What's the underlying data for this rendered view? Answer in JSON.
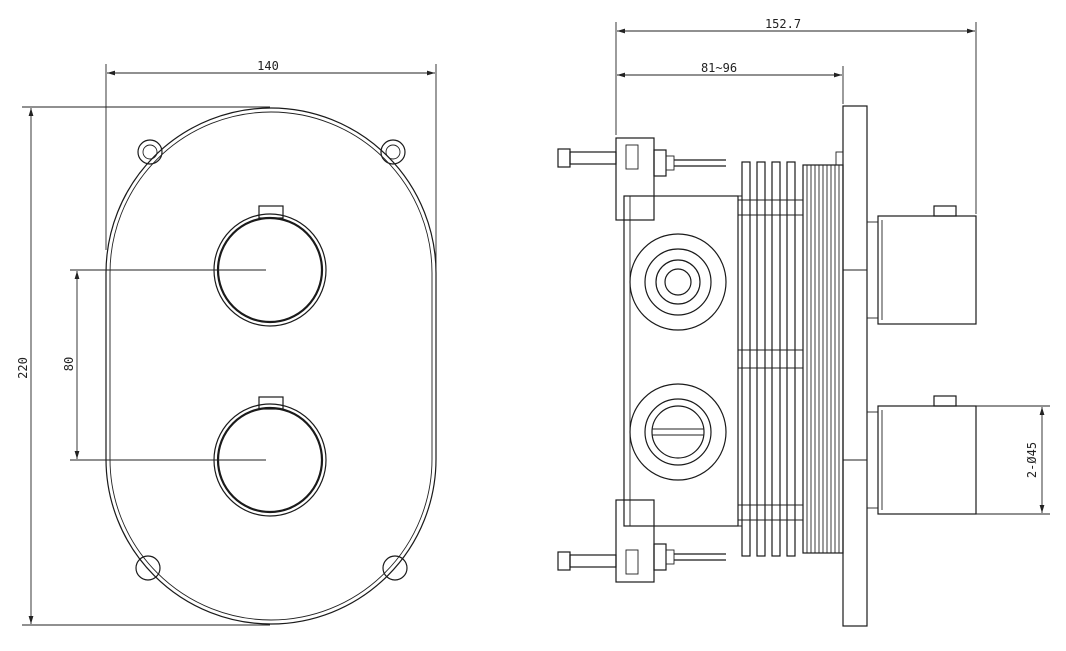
{
  "dimensions": {
    "front_width": "140",
    "front_height": "220",
    "handle_spacing": "80",
    "side_total_depth": "152.7",
    "side_adjust_range": "81~96",
    "handle_diameter": "2-Ø45"
  }
}
